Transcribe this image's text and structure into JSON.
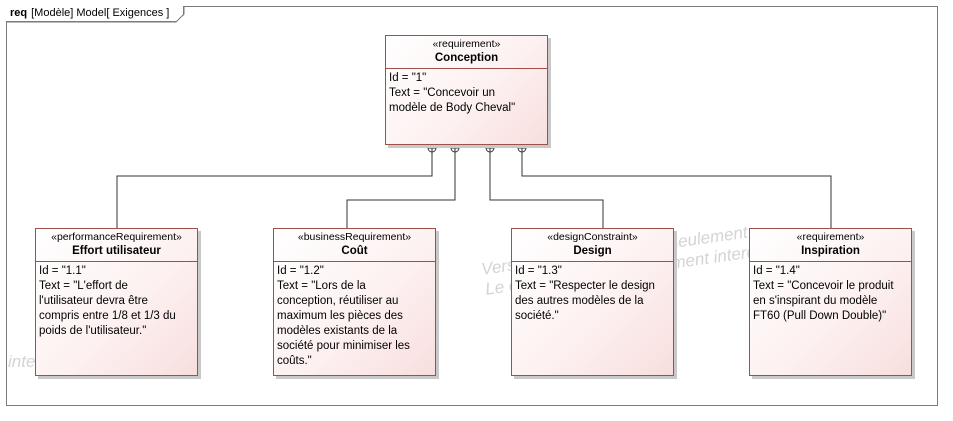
{
  "frame": {
    "kind": "req",
    "path": "[Modèle] Model[ Exigences ]"
  },
  "watermarks": [
    "Version pour Professeur Seulement",
    "Le commercial est strictement interdit",
    "interdit"
  ],
  "requirements": [
    {
      "stereotype": "«requirement»",
      "name": "Conception",
      "id_line": "Id = \"1\"",
      "text_line": "Text = \"Concevoir un\nmodèle de Body Cheval\""
    },
    {
      "stereotype": "«performanceRequirement»",
      "name": "Effort utilisateur",
      "id_line": "Id = \"1.1\"",
      "text_line": "Text = \"L'effort de\nl'utilisateur devra être\ncompris entre 1/8 et 1/3 du\npoids de l'utilisateur.\""
    },
    {
      "stereotype": "«businessRequirement»",
      "name": "Coût",
      "id_line": "Id = \"1.2\"",
      "text_line": "Text = \"Lors de la\nconception, réutiliser au\nmaximum les pièces des\nmodèles existants de la\nsociété pour minimiser les\ncoûts.\""
    },
    {
      "stereotype": "«designConstraint»",
      "name": "Design",
      "id_line": "Id = \"1.3\"",
      "text_line": "Text = \"Respecter le design\ndes autres modèles de la\nsociété.\""
    },
    {
      "stereotype": "«requirement»",
      "name": "Inspiration",
      "id_line": "Id = \"1.4\"",
      "text_line": "Text = \"Concevoir le produit\nen s'inspirant du modèle\nFT60 (Pull Down Double)\""
    }
  ],
  "containment": [
    {
      "parent": "Conception",
      "child": "Effort utilisateur"
    },
    {
      "parent": "Conception",
      "child": "Coût"
    },
    {
      "parent": "Conception",
      "child": "Design"
    },
    {
      "parent": "Conception",
      "child": "Inspiration"
    }
  ],
  "colors": {
    "box_border": "#a0504a",
    "box_fill_start": "#ffffff",
    "box_fill_end": "#f8dede",
    "frame_border": "#7a7a7a",
    "watermark": "#d4d4d4"
  }
}
